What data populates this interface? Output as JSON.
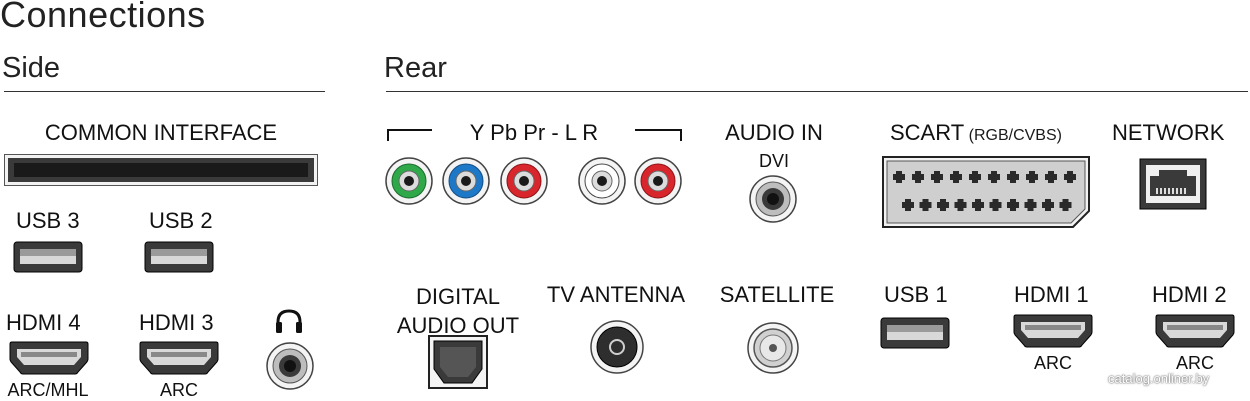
{
  "title": "Connections",
  "side": {
    "heading": "Side",
    "common_interface": "COMMON INTERFACE",
    "usb3": "USB 3",
    "usb2": "USB 2",
    "hdmi4": "HDMI 4",
    "hdmi4_sub": "ARC/MHL",
    "hdmi3": "HDMI 3",
    "hdmi3_sub": "ARC",
    "headphone_icon": "headphones-icon"
  },
  "rear": {
    "heading": "Rear",
    "component": "Y Pb Pr - L R",
    "audio_in": "AUDIO IN",
    "audio_in_sub": "DVI",
    "scart": "SCART",
    "scart_sub": "(RGB/CVBS)",
    "network": "NETWORK",
    "digital_audio_line1": "DIGITAL",
    "digital_audio_line2": "AUDIO OUT",
    "tv_antenna": "TV ANTENNA",
    "satellite": "SATELLITE",
    "usb1": "USB 1",
    "hdmi1": "HDMI 1",
    "hdmi1_sub": "ARC",
    "hdmi2": "HDMI 2",
    "hdmi2_sub": "ARC"
  },
  "colors": {
    "y_green": "#2fa84a",
    "pb_blue": "#1e78c8",
    "pr_red": "#d8262c",
    "audio_white": "#ffffff",
    "audio_red": "#d8262c",
    "port_dark": "#3a3a3a"
  },
  "watermark": "catalog.onliner.by"
}
